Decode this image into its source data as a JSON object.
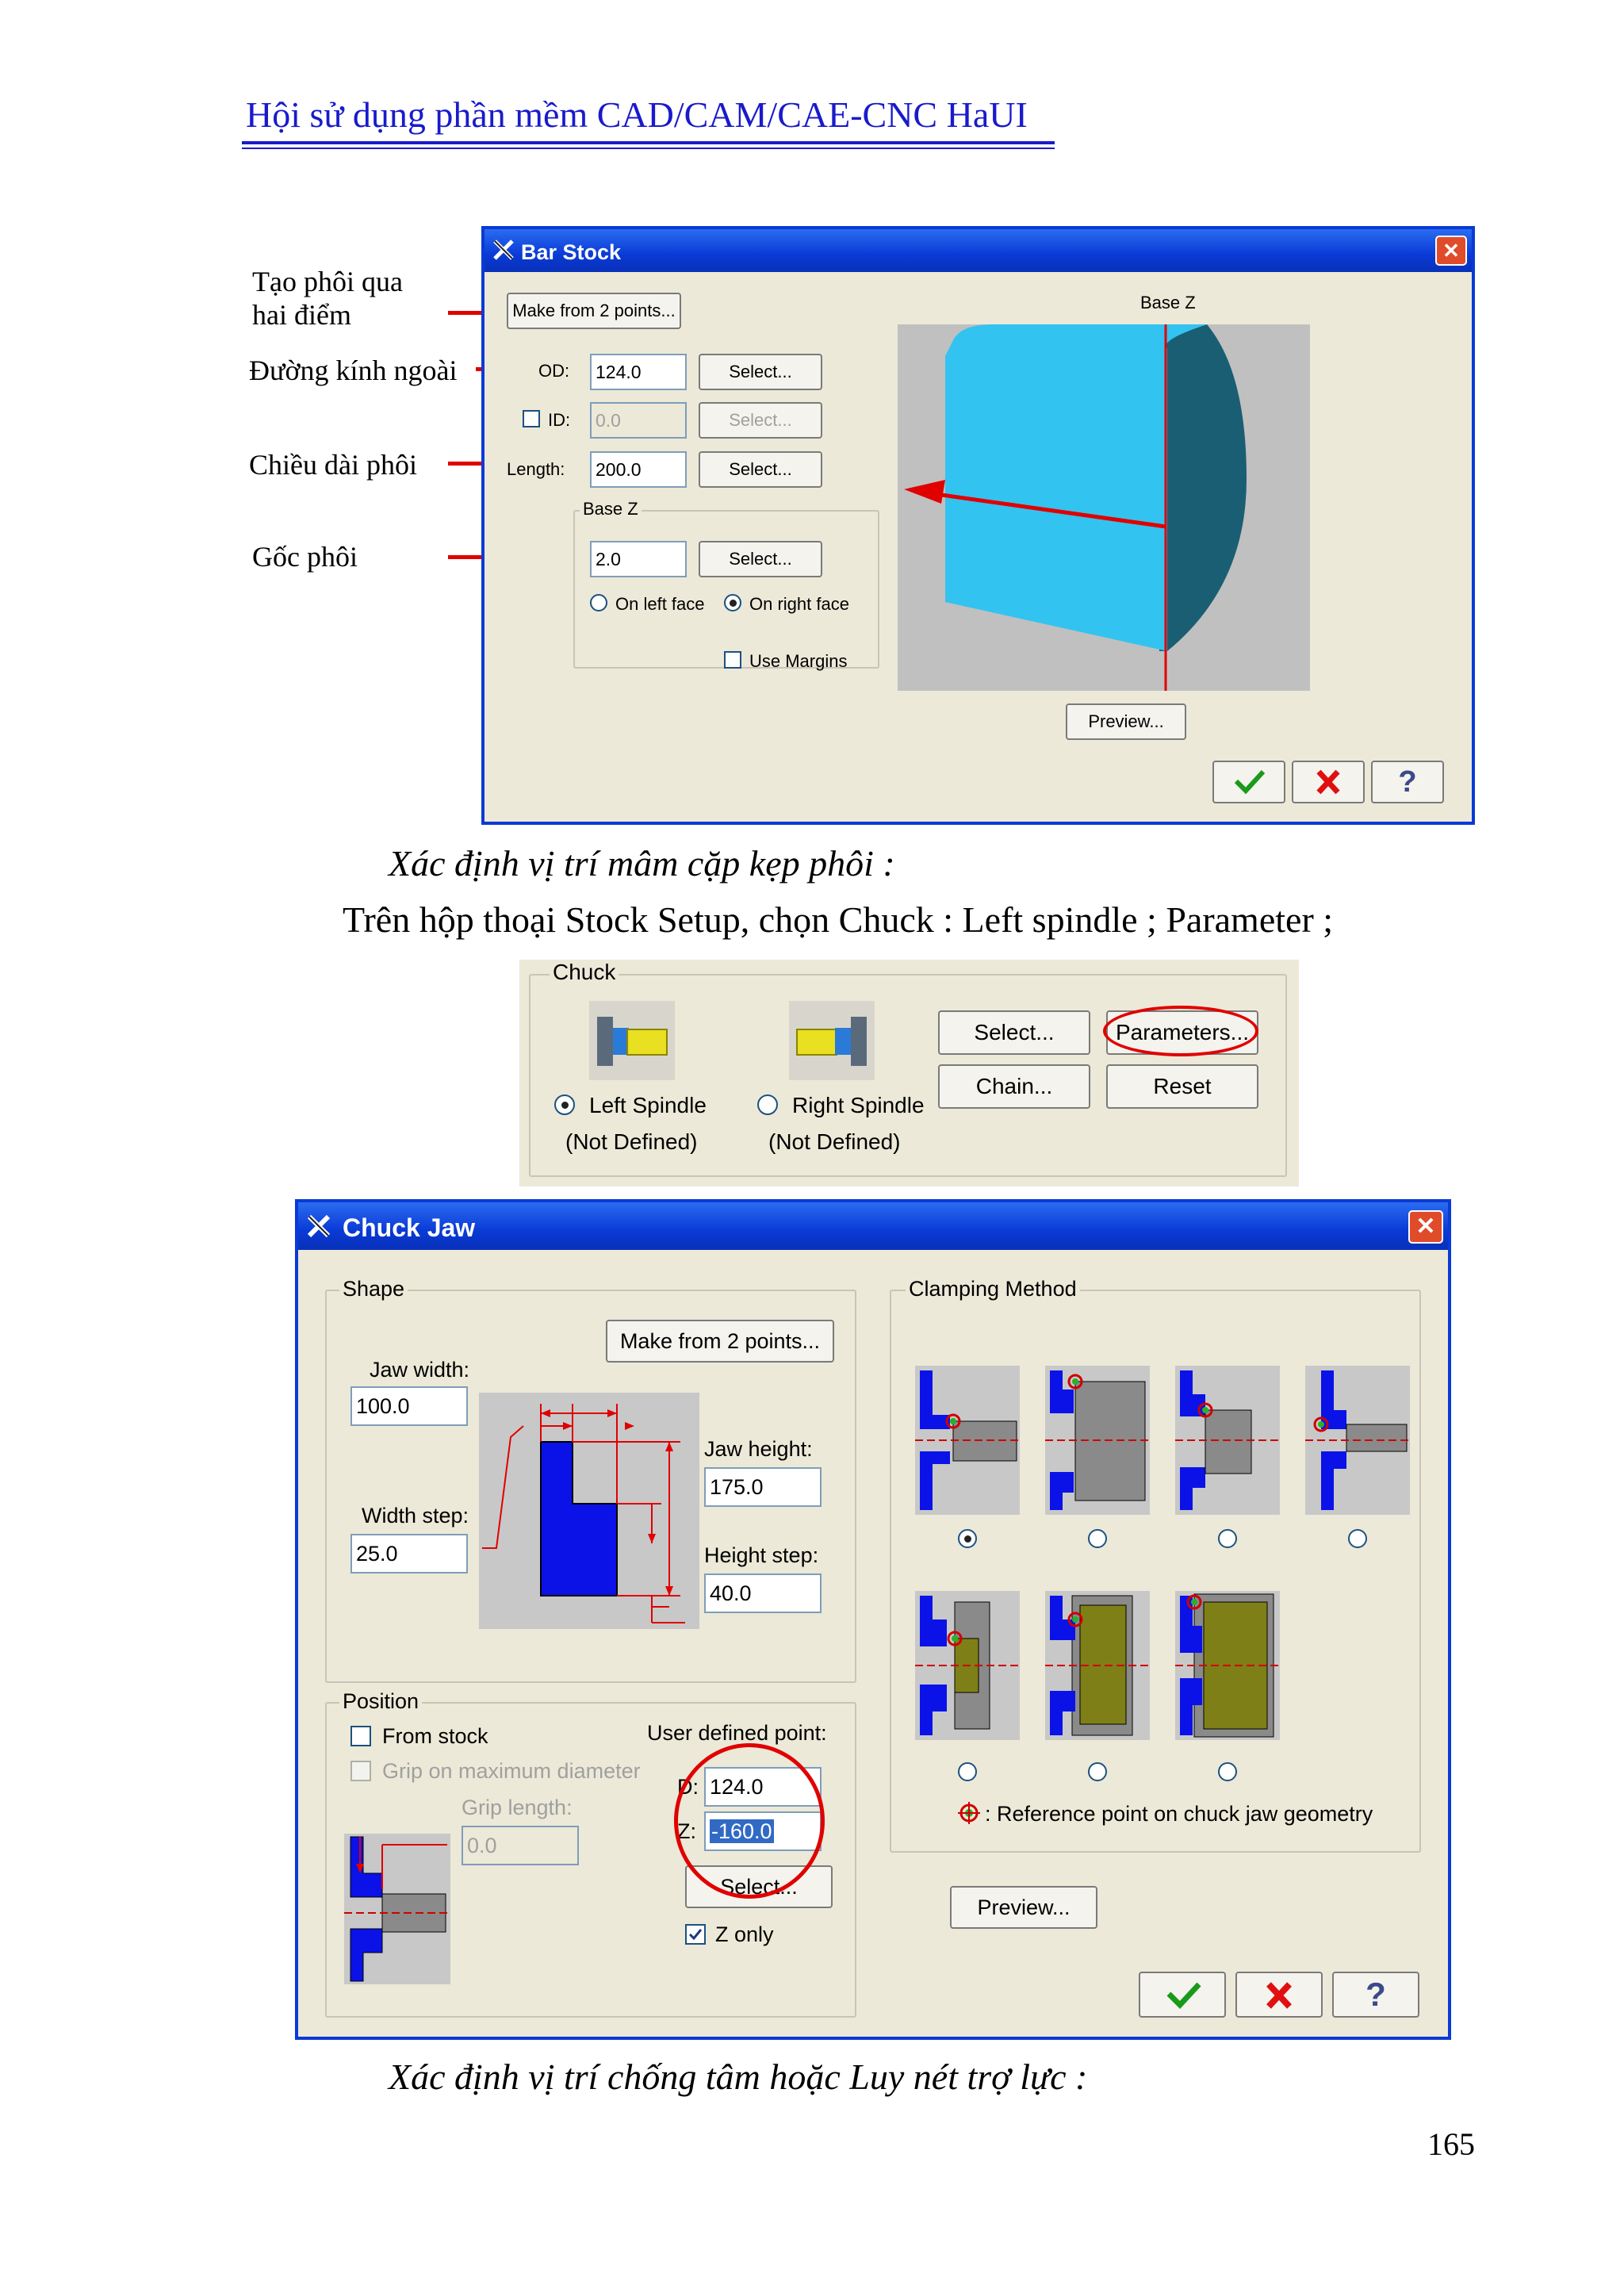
{
  "header": {
    "title": "Hội sử dụng phần mềm CAD/CAM/CAE-CNC HaUI"
  },
  "annotations": [
    "Tạo phôi qua",
    "hai điểm",
    "Đường kính ngoài",
    "Chiều dài phôi",
    "Gốc phôi"
  ],
  "bar_stock": {
    "title": "Bar Stock",
    "make_from_points": "Make from 2 points...",
    "od_label": "OD:",
    "od_value": "124.0",
    "od_select": "Select...",
    "id_label": "ID:",
    "id_value": "0.0",
    "id_select": "Select...",
    "length_label": "Length:",
    "length_value": "200.0",
    "length_select": "Select...",
    "basez_group": "Base Z",
    "basez_value": "2.0",
    "basez_select": "Select...",
    "on_left_face": "On left face",
    "on_right_face": "On right face",
    "use_margins": "Use Margins",
    "preview_label": "Base Z",
    "preview_button": "Preview...",
    "colors": {
      "stock": "#33c3f0",
      "stock_dark": "#1a5e74",
      "axis": "#e00000"
    }
  },
  "caption1": "Xác định vị trí mâm cặp kẹp phôi :",
  "body_line": "Trên hộp thoại Stock Setup, chọn Chuck : Left spindle ; Parameter ;",
  "chuck_panel": {
    "group": "Chuck",
    "left_spindle": "Left Spindle",
    "left_status": "(Not Defined)",
    "right_spindle": "Right Spindle",
    "right_status": "(Not Defined)",
    "select": "Select...",
    "parameters": "Parameters...",
    "chain": "Chain...",
    "reset": "Reset"
  },
  "chuck_jaw": {
    "title": "Chuck Jaw",
    "shape_group": "Shape",
    "make_from_points": "Make from 2 points...",
    "jaw_width_label": "Jaw width:",
    "jaw_width": "100.0",
    "width_step_label": "Width step:",
    "width_step": "25.0",
    "jaw_height_label": "Jaw height:",
    "jaw_height": "175.0",
    "height_step_label": "Height step:",
    "height_step": "40.0",
    "position_group": "Position",
    "from_stock": "From stock",
    "grip_max_dia": "Grip on maximum diameter",
    "grip_length_label": "Grip length:",
    "grip_length": "0.0",
    "user_defined_point": "User defined point:",
    "d_label": "D:",
    "d_value": "124.0",
    "z_label": "Z:",
    "z_value": "-160.0",
    "select": "Select...",
    "z_only": "Z only",
    "clamping_group": "Clamping Method",
    "ref_note": ": Reference point on chuck jaw geometry",
    "preview": "Preview...",
    "colors": {
      "jaw": "#0a12e8",
      "part": "#8a8a8a",
      "olive": "#7f7f18",
      "center": "#d00000"
    }
  },
  "caption2": "Xác định vị trí chống tâm hoặc Luy nét trợ lực  :",
  "page_number": "165"
}
